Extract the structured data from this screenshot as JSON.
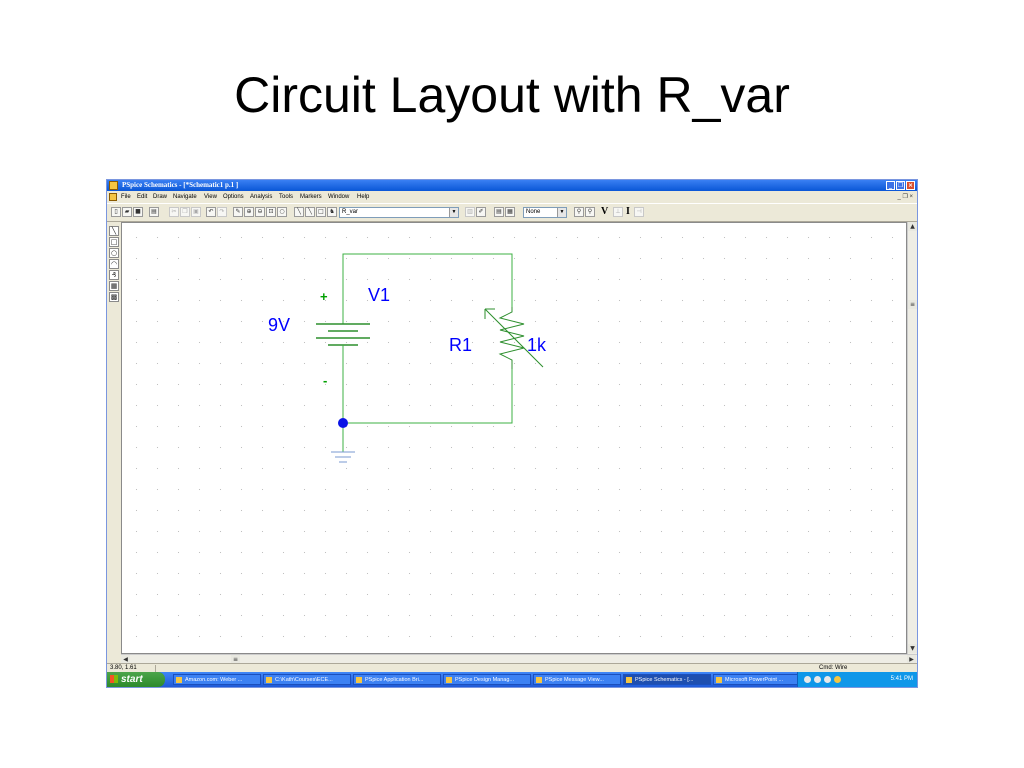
{
  "slide": {
    "title": "Circuit Layout with R_var"
  },
  "window": {
    "title": "PSpice Schematics - [*Schematic1  p.1   ]",
    "controls": [
      "_",
      "❐",
      "×"
    ]
  },
  "menu": [
    "File",
    "Edit",
    "Draw",
    "Navigate",
    "View",
    "Options",
    "Analysis",
    "Tools",
    "Markers",
    "Window",
    "Help"
  ],
  "toolbar": {
    "part_combo": "R_var",
    "zoom_combo": "None",
    "letter_v": "V",
    "letter_i": "I"
  },
  "schematic": {
    "source_name": "V1",
    "source_value": "9V",
    "plus": "+",
    "minus": "-",
    "resistor_name": "R1",
    "resistor_value": "1k"
  },
  "status": {
    "coords": "3.80, 1.61",
    "cmd": "Cmd: Wire"
  },
  "taskbar": {
    "start": "start",
    "items": [
      "Amazon.com: Weber ...",
      "C:\\Kath\\Courses\\ECE...",
      "PSpice Application Bri...",
      "PSpice Design Manag...",
      "PSpice Message View...",
      "PSpice Schematics - [...",
      "Microsoft PowerPoint ..."
    ],
    "clock": "5:41 PM"
  },
  "colors": {
    "wire": "#00a000",
    "component": "#008000",
    "label": "#0000ff",
    "node": "#0000ff"
  },
  "icons": [
    "app-icon",
    "new-icon",
    "open-icon",
    "save-icon",
    "print-icon",
    "undo-icon",
    "zoom-in-icon",
    "zoom-out-icon",
    "wire-icon",
    "part-icon",
    "minimize-icon",
    "maximize-icon",
    "close-icon",
    "start-flag-icon"
  ]
}
